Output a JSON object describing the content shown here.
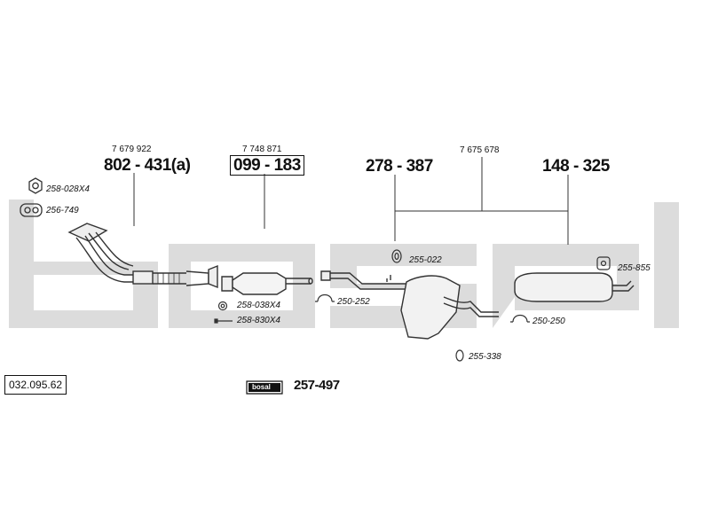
{
  "watermark_colour": "#dcdcdc",
  "oe_numbers": [
    "7 679 922",
    "7 748 871",
    "7 675 678"
  ],
  "part_numbers": {
    "front_pipe": "802 - 431(a)",
    "catalyst": "099 - 183",
    "middle_silencer": "278 - 387",
    "rear_silencer": "148 - 325"
  },
  "accessories": {
    "nut": "258-028X4",
    "gasket_front": "256-749",
    "nut_cat": "258-038X4",
    "bolt_cat": "258-830X4",
    "clamp_middle": "250-252",
    "rubber_middle": "255-022",
    "rubber_rear_mid": "255-338",
    "clamp_rear": "250-250",
    "rubber_rear": "255-855"
  },
  "kit": {
    "logo_text": "bosal",
    "number": "257-497"
  },
  "reference": "032.095.62"
}
